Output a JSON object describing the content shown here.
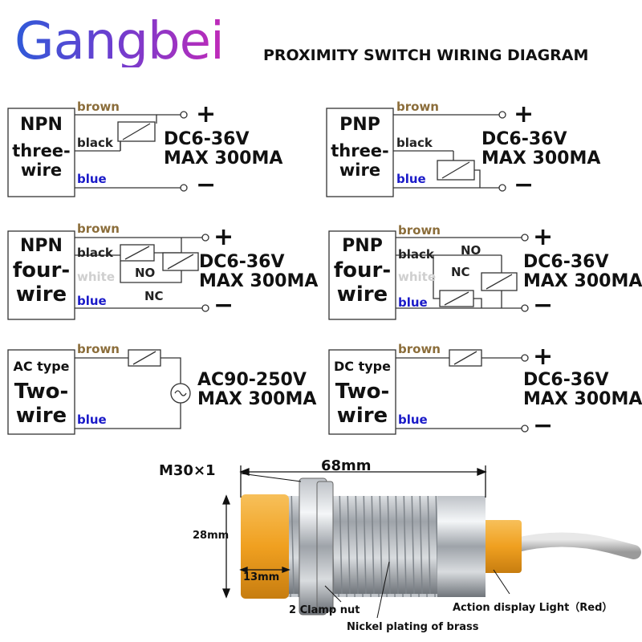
{
  "brand": {
    "logo_text": "Gangbei"
  },
  "title": "PROXIMITY SWITCH WIRING DIAGRAM",
  "wires": {
    "brown": "brown",
    "black": "black",
    "white": "white",
    "blue": "blue",
    "NO": "NO",
    "NC": "NC"
  },
  "signs": {
    "plus": "+",
    "minus": "−"
  },
  "spec_dc": [
    "DC6-36V",
    "MAX 300MA"
  ],
  "spec_ac": [
    "AC90-250V",
    "MAX 300MA"
  ],
  "diagrams": {
    "npn3": {
      "label": [
        "NPN",
        "three-",
        "wire"
      ]
    },
    "pnp3": {
      "label": [
        "PNP",
        "three-",
        "wire"
      ]
    },
    "npn4": {
      "label": [
        "NPN",
        "four-",
        "wire"
      ]
    },
    "pnp4": {
      "label": [
        "PNP",
        "four-",
        "wire"
      ]
    },
    "ac2": {
      "label": [
        "AC type",
        "Two-",
        "wire"
      ]
    },
    "dc2": {
      "label": [
        "DC type",
        "Two-",
        "wire"
      ]
    }
  },
  "product": {
    "thread": "M30×1",
    "length": "68mm",
    "diameter": "28mm",
    "head": "13mm",
    "nut": "2 Clamp nut",
    "body": "Nickel plating of brass",
    "light": "Action display Light（Red）"
  },
  "colors": {
    "brown": "#8b6d3a",
    "blue": "#1a1ac8",
    "white": "#cfcfcf",
    "sensor_orange": "#f0a020"
  }
}
